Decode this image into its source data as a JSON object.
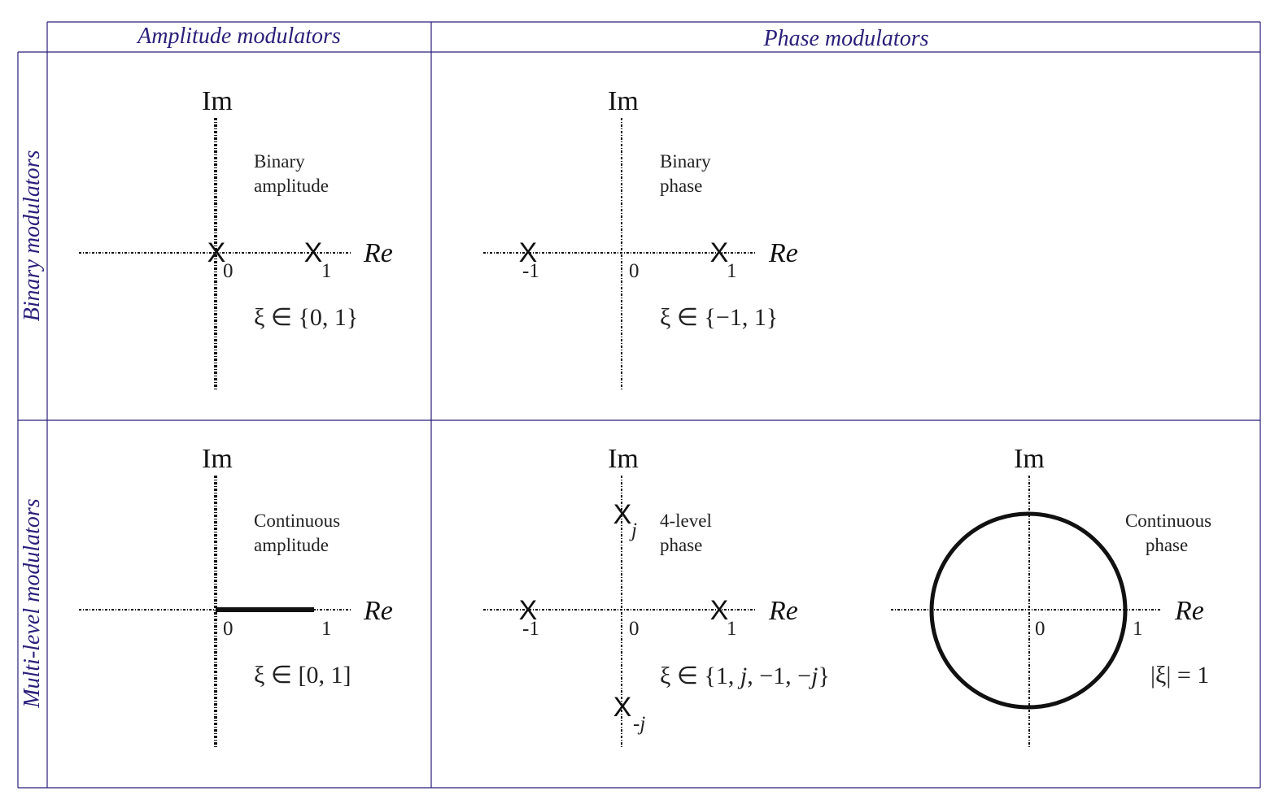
{
  "headers": {
    "col_amplitude": "Amplitude modulators",
    "col_phase": "Phase modulators",
    "row_binary": "Binary modulators",
    "row_multilevel": "Multi-level modulators"
  },
  "axes": {
    "im": "Im",
    "re": "Re"
  },
  "panels": {
    "binary_amplitude": {
      "desc_line1": "Binary",
      "desc_line2": "amplitude",
      "tick_zero": "0",
      "tick_one": "1",
      "set": "ξ ∈ {0, 1}",
      "marker": "X"
    },
    "binary_phase": {
      "desc_line1": "Binary",
      "desc_line2": "phase",
      "tick_neg_one": "-1",
      "tick_zero": "0",
      "tick_one": "1",
      "set": "ξ ∈ {−1, 1}",
      "marker": "X"
    },
    "continuous_amplitude": {
      "desc_line1": "Continuous",
      "desc_line2": "amplitude",
      "tick_zero": "0",
      "tick_one": "1",
      "set": "ξ ∈ [0, 1]"
    },
    "four_level_phase": {
      "desc_line1": "4-level",
      "desc_line2": "phase",
      "tick_neg_one": "-1",
      "tick_zero": "0",
      "tick_one": "1",
      "tick_j": "j",
      "tick_neg_j": "-j",
      "set_prefix": "ξ ∈ {1, ",
      "set_j": "j",
      "set_mid": ", −1, −",
      "set_j2": "j",
      "set_suffix": "}",
      "marker": "X"
    },
    "continuous_phase": {
      "desc_line1": "Continuous",
      "desc_line2": "phase",
      "tick_zero": "0",
      "tick_one": "1",
      "set": "|ξ| = 1"
    }
  }
}
